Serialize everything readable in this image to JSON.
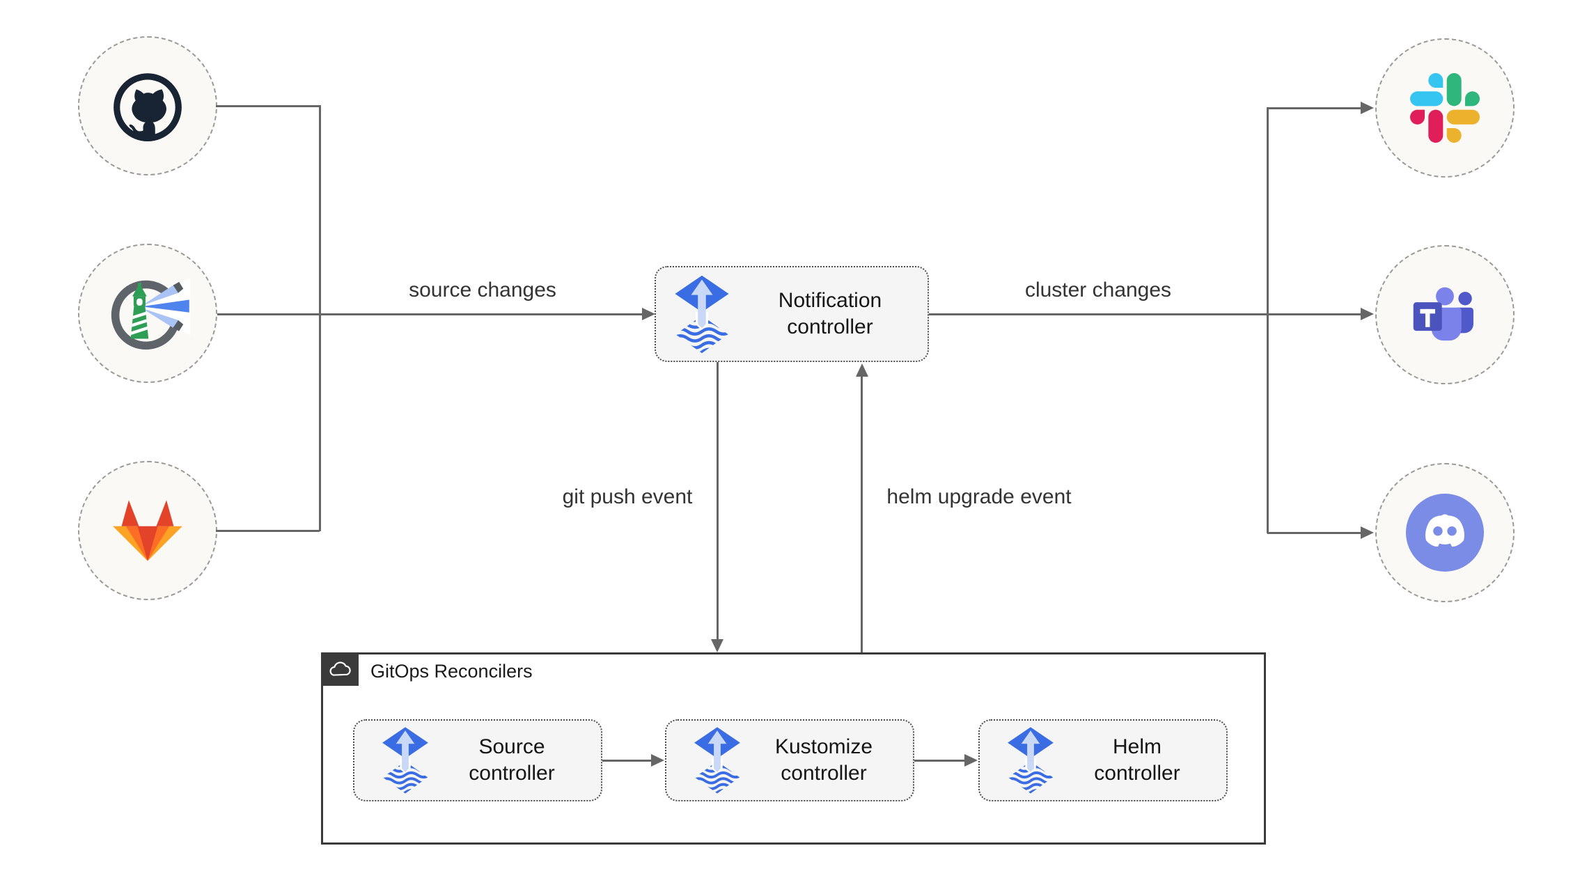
{
  "edges": {
    "source_changes": "source changes",
    "cluster_changes": "cluster changes",
    "git_push": "git push event",
    "helm_upgrade": "helm upgrade event"
  },
  "controller": {
    "label": "Notification controller",
    "icon": "flux-icon"
  },
  "reconcilers": {
    "title": "GitOps Reconcilers",
    "badge_icon": "cloud-icon",
    "items": [
      {
        "label": "Source controller",
        "icon": "flux-icon"
      },
      {
        "label": "Kustomize controller",
        "icon": "flux-icon"
      },
      {
        "label": "Helm controller",
        "icon": "flux-icon"
      }
    ]
  },
  "sources": [
    {
      "icon": "github-icon"
    },
    {
      "icon": "harbor-icon"
    },
    {
      "icon": "gitlab-icon"
    }
  ],
  "alert_providers": [
    {
      "icon": "slack-icon"
    },
    {
      "icon": "teams-icon"
    },
    {
      "icon": "discord-icon"
    }
  ],
  "colors": {
    "line": "#666666",
    "box_fill": "#f5f5f5",
    "box_border": "#4d4d4d",
    "container_border": "#3a3a3a",
    "node_fill": "#faf9f6",
    "node_border": "#9a9a98",
    "flux_blue": "#3a6ce4",
    "flux_arrow": "#c9d8f6",
    "github_dark": "#182434",
    "harbor_gray": "#5f646b",
    "harbor_green": "#2e9e55",
    "harbor_beam": "#4f83ee",
    "gitlab_red": "#e24329",
    "gitlab_orange": "#fc6d26",
    "gitlab_yellow": "#fca326",
    "slack_blue": "#36c5f0",
    "slack_green": "#2eb67d",
    "slack_red": "#e01e5a",
    "slack_yellow": "#ecb22e",
    "teams_dark": "#4b53bc",
    "teams_light": "#7b83eb",
    "teams_mid": "#5059c9",
    "discord_blurple": "#7b8ce6"
  }
}
